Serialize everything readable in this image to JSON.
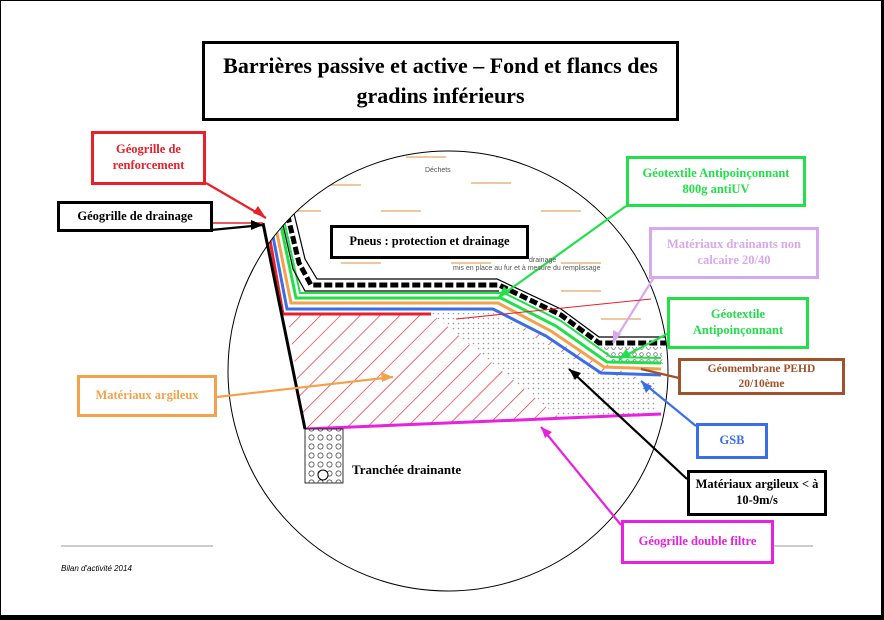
{
  "title": {
    "line1": "Barrières passive et active – Fond et flancs des",
    "line2": "gradins inférieurs"
  },
  "labels": {
    "geogrille_renforcement": {
      "line1": "Géogrille de",
      "line2": "renforcement",
      "color": "#e8202a"
    },
    "geogrille_drainage": {
      "text": "Géogrille de drainage",
      "color": "#000000"
    },
    "pneus": {
      "text": "Pneus : protection et drainage",
      "color": "#000000"
    },
    "geotextile_antiuv": {
      "line1": "Géotextile Antipoinçonnant",
      "line2": "800g antiUV",
      "color": "#22e04a"
    },
    "materiaux_drainants": {
      "line1": "Matériaux drainants non",
      "line2": "calcaire 20/40",
      "color": "#d7a8ee"
    },
    "geotextile": {
      "line1": "Géotextile",
      "line2": "Antipoinçonnant",
      "color": "#22e04a"
    },
    "geomembrane": {
      "text": "Géomembrane PEHD 20/10ème",
      "color": "#a0522d"
    },
    "materiaux_argileux": {
      "text": "Matériaux argileux",
      "color": "#f5a04a"
    },
    "gsb": {
      "text": "GSB",
      "color": "#3a6ee8"
    },
    "materiaux_argileux_perm": {
      "line1": "Matériaux argileux < à",
      "line2": "10-9m/s",
      "color": "#000000"
    },
    "geogrille_double_filtre": {
      "text": "Géogrille double filtre",
      "color": "#e820e0"
    },
    "tranchee": {
      "text": "Tranchée drainante"
    }
  },
  "inner_text": {
    "dechets": "Déchets",
    "drainage_note_1": "drainage",
    "drainage_note_2": "mis en place au fur et à mesure du remplissage"
  },
  "footer": {
    "text": "Bilan d'activité 2014"
  }
}
